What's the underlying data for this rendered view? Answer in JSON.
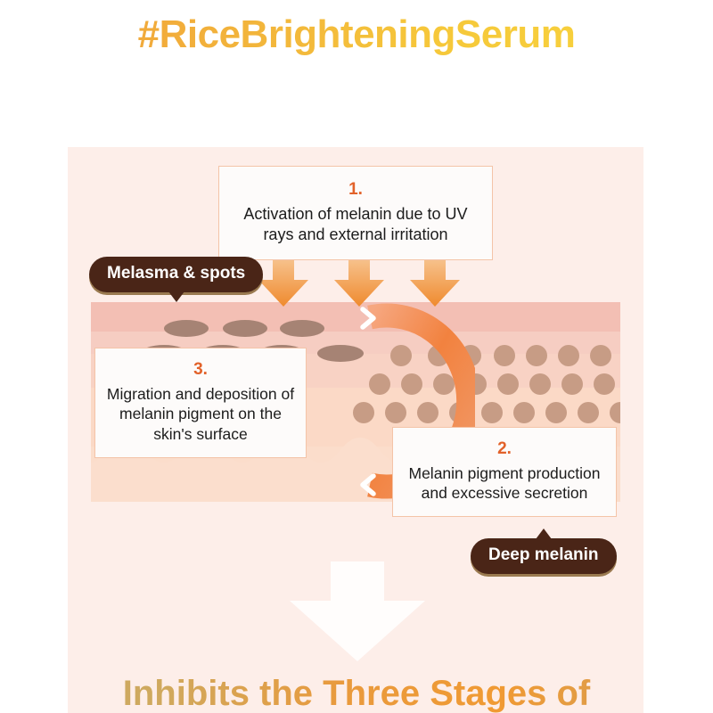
{
  "header": {
    "hashtag_title": "#RiceBrighteningSerum"
  },
  "diagram": {
    "steps": [
      {
        "number": "1.",
        "text": "Activation of melanin due to UV rays and external irritation"
      },
      {
        "number": "2.",
        "text": "Melanin pigment production and excessive secretion"
      },
      {
        "number": "3.",
        "text": "Migration and deposition of melanin pigment on the skin's surface"
      }
    ],
    "labels": {
      "melasma": "Melasma & spots",
      "deep_melanin": "Deep melanin"
    },
    "icons": {
      "uv_arrow": "down-arrow-icon",
      "cycle": "circular-arrow-icon",
      "result_arrow": "white-down-arrow-icon"
    }
  },
  "footer": {
    "headline": "Inhibits the Three Stages of"
  },
  "colors": {
    "accent_orange": "#e2622a",
    "title_gradient_start": "#f0a23c",
    "title_gradient_end": "#f7cf3c",
    "pill_brown": "#4a2517",
    "panel_background": "#fdeee9",
    "melasma_spot": "#a68374",
    "melanin_dot": "#c79c85"
  }
}
